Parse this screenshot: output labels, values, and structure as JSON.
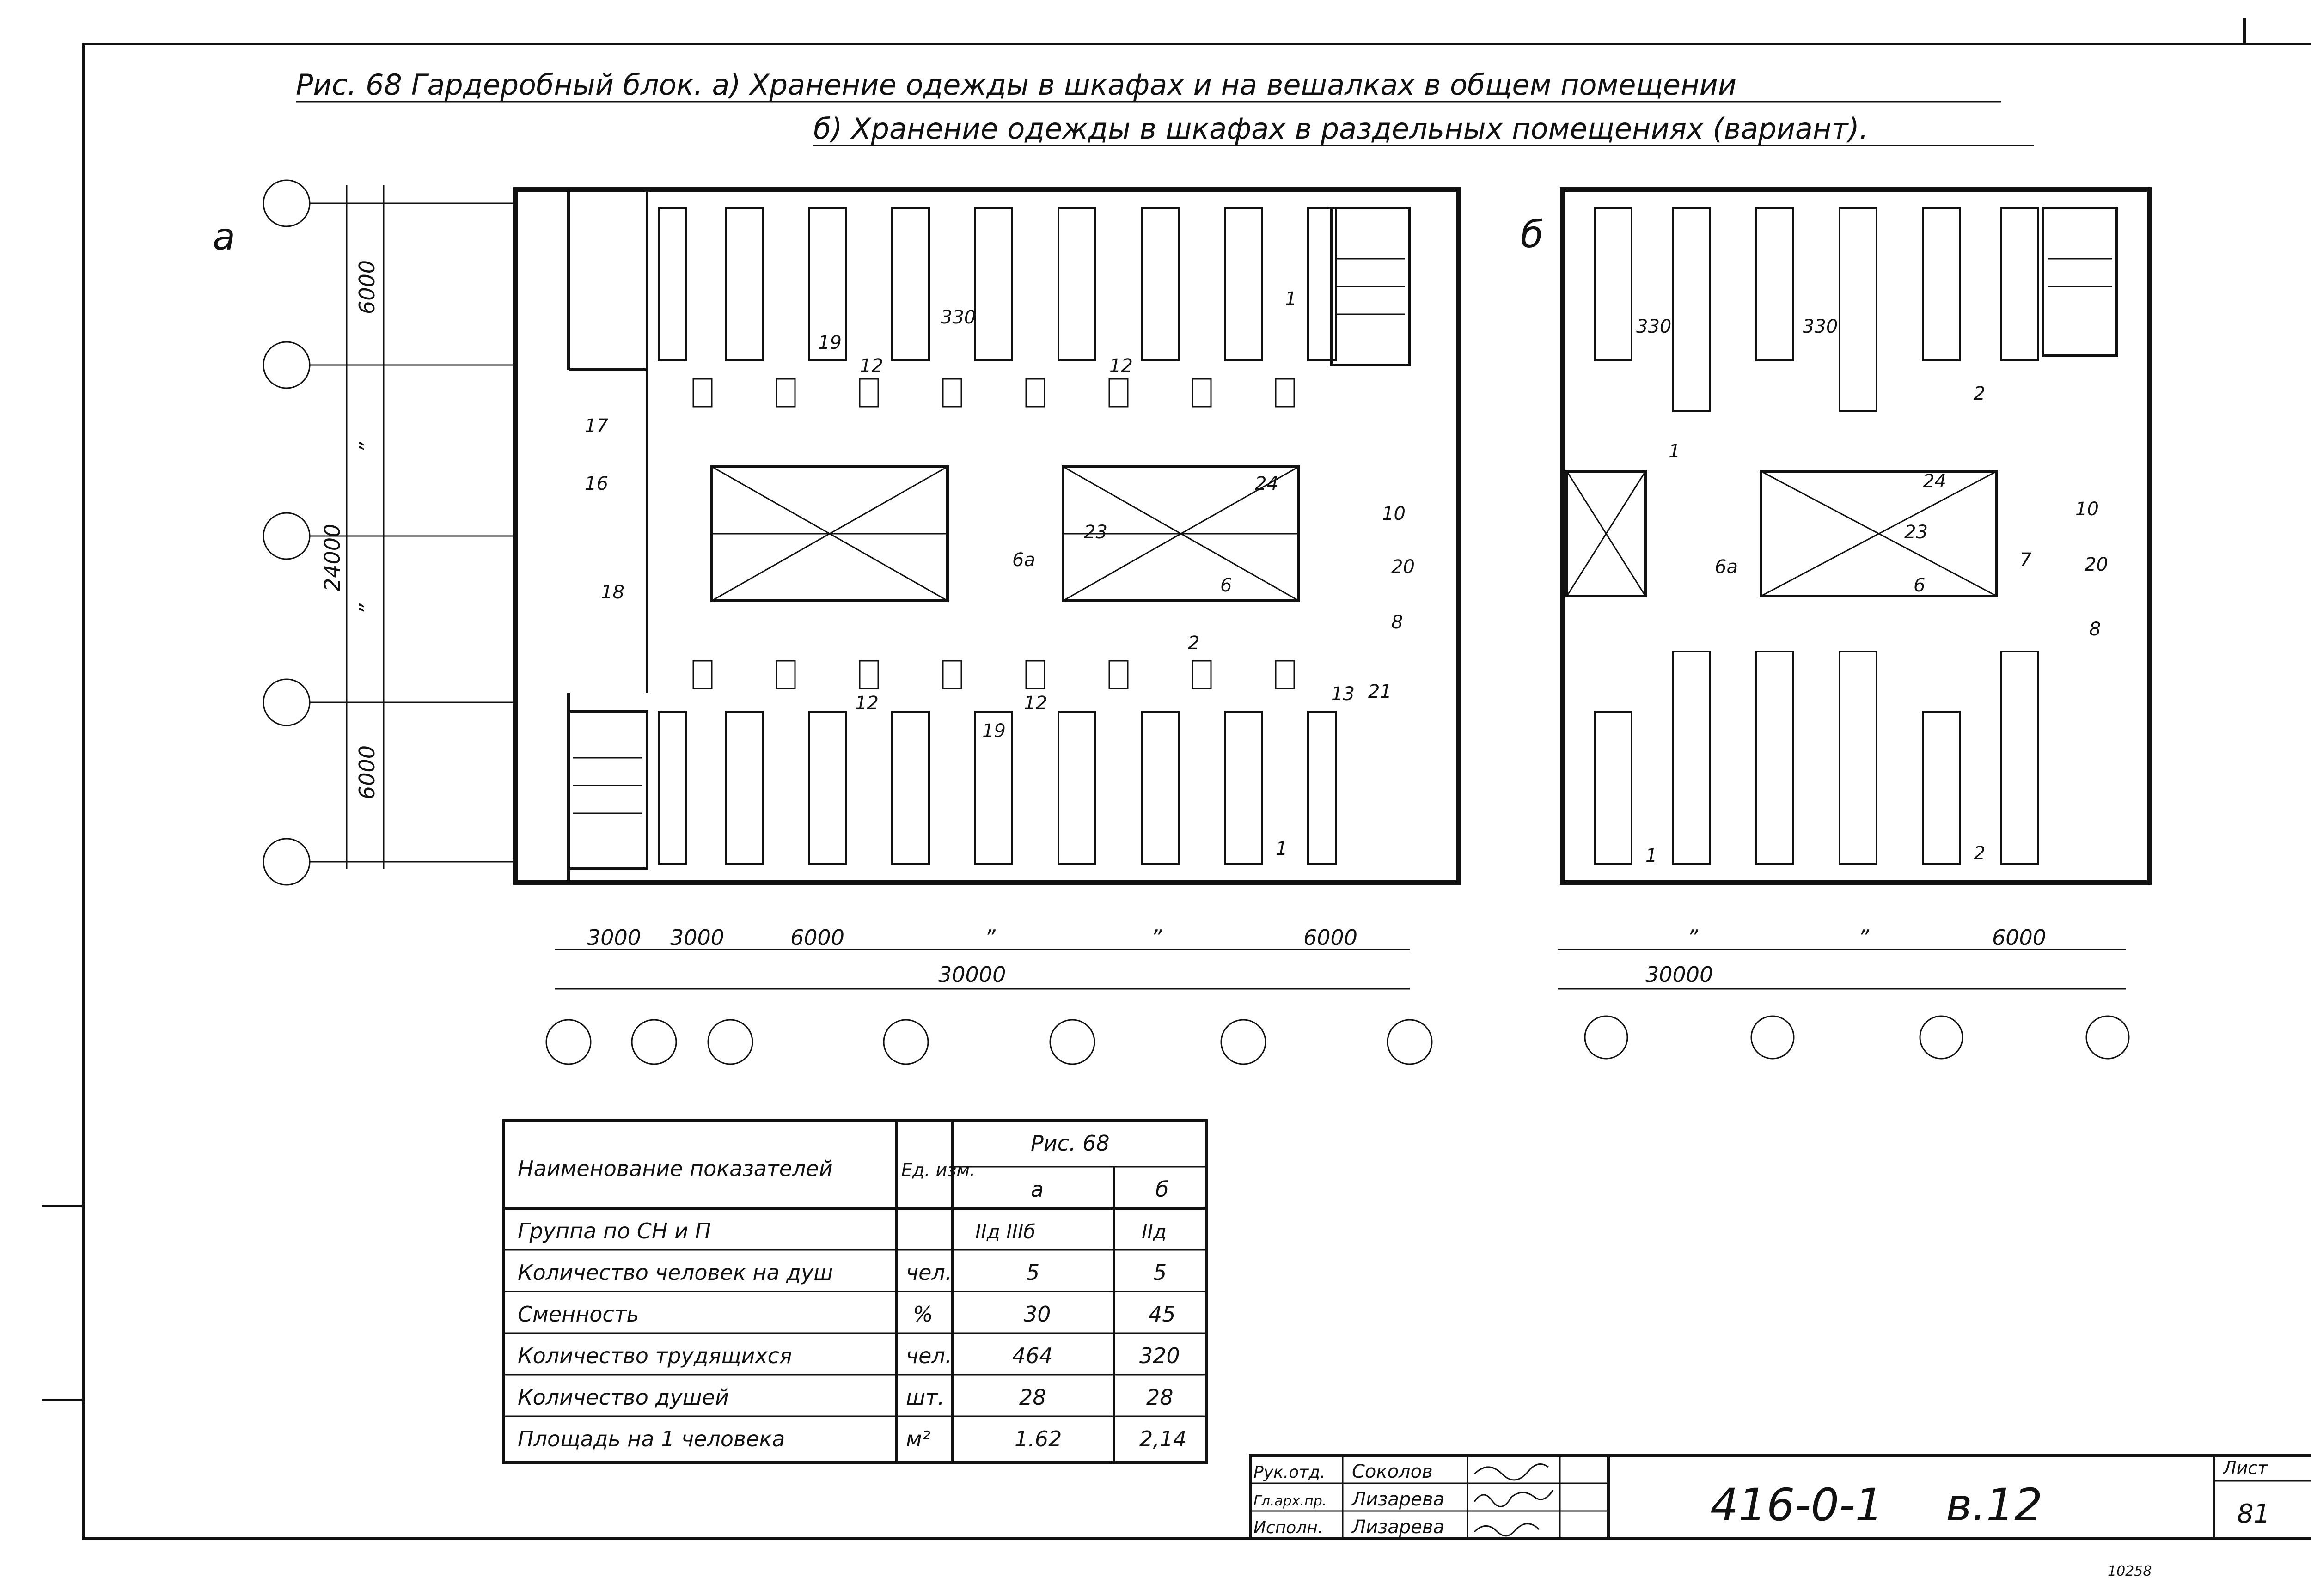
{
  "title": {
    "line1": "Рис. 68   Гардеробный блок.   а) Хранение одежды в шкафах и на вешалках в общем помещении",
    "line2": "б) Хранение одежды в шкафах в раздельных помещениях (вариант)."
  },
  "plan_a": {
    "label": "а",
    "dim_vertical": [
      "6000",
      "”",
      "24000",
      "”",
      "6000"
    ],
    "dim_horizontal": [
      "3000",
      "3000",
      "6000",
      "”",
      "”",
      "6000"
    ],
    "dim_total": "30000",
    "room_numbers": [
      "1",
      "1",
      "2",
      "6",
      "6а",
      "8",
      "10",
      "12",
      "12",
      "12",
      "12",
      "13",
      "16",
      "17",
      "18",
      "19",
      "19",
      "20",
      "21",
      "23",
      "24"
    ],
    "marks": [
      "330"
    ]
  },
  "plan_b": {
    "label": "б",
    "dim_horizontal": [
      "”",
      "”",
      "6000"
    ],
    "dim_total": "30000",
    "room_numbers": [
      "1",
      "1",
      "2",
      "2",
      "6",
      "6а",
      "7",
      "8",
      "10",
      "20",
      "23",
      "24"
    ],
    "marks": [
      "330",
      "330"
    ]
  },
  "table": {
    "header": {
      "name": "Наименование показателей",
      "unit": "Ед. изм.",
      "fig": "Рис. 68",
      "col_a": "а",
      "col_b": "б"
    },
    "rows": [
      {
        "name": "Группа по СН и П",
        "unit": "",
        "a": "IIд   IIIб",
        "b": "IIд"
      },
      {
        "name": "Количество человек на душ",
        "unit": "чел.",
        "a": "5",
        "b": "5"
      },
      {
        "name": "Сменность",
        "unit": "%",
        "a": "30",
        "b": "45"
      },
      {
        "name": "Количество трудящихся",
        "unit": "чел.",
        "a": "464",
        "b": "320"
      },
      {
        "name": "Количество душей",
        "unit": "шт.",
        "a": "28",
        "b": "28"
      },
      {
        "name": "Площадь на 1 человека",
        "unit": "м²",
        "a": "1.62",
        "b": "2,14"
      }
    ]
  },
  "stamp": {
    "rows": [
      {
        "role": "Рук.отд.",
        "name": "Соколов"
      },
      {
        "role": "Гл.арх.пр.",
        "name": "Лизарева"
      },
      {
        "role": "Исполн.",
        "name": "Лизарева"
      }
    ],
    "code": "416-0-1",
    "volume": "в.12",
    "sheet_label": "Лист",
    "sheet_number": "81"
  },
  "corner_note": "10258"
}
